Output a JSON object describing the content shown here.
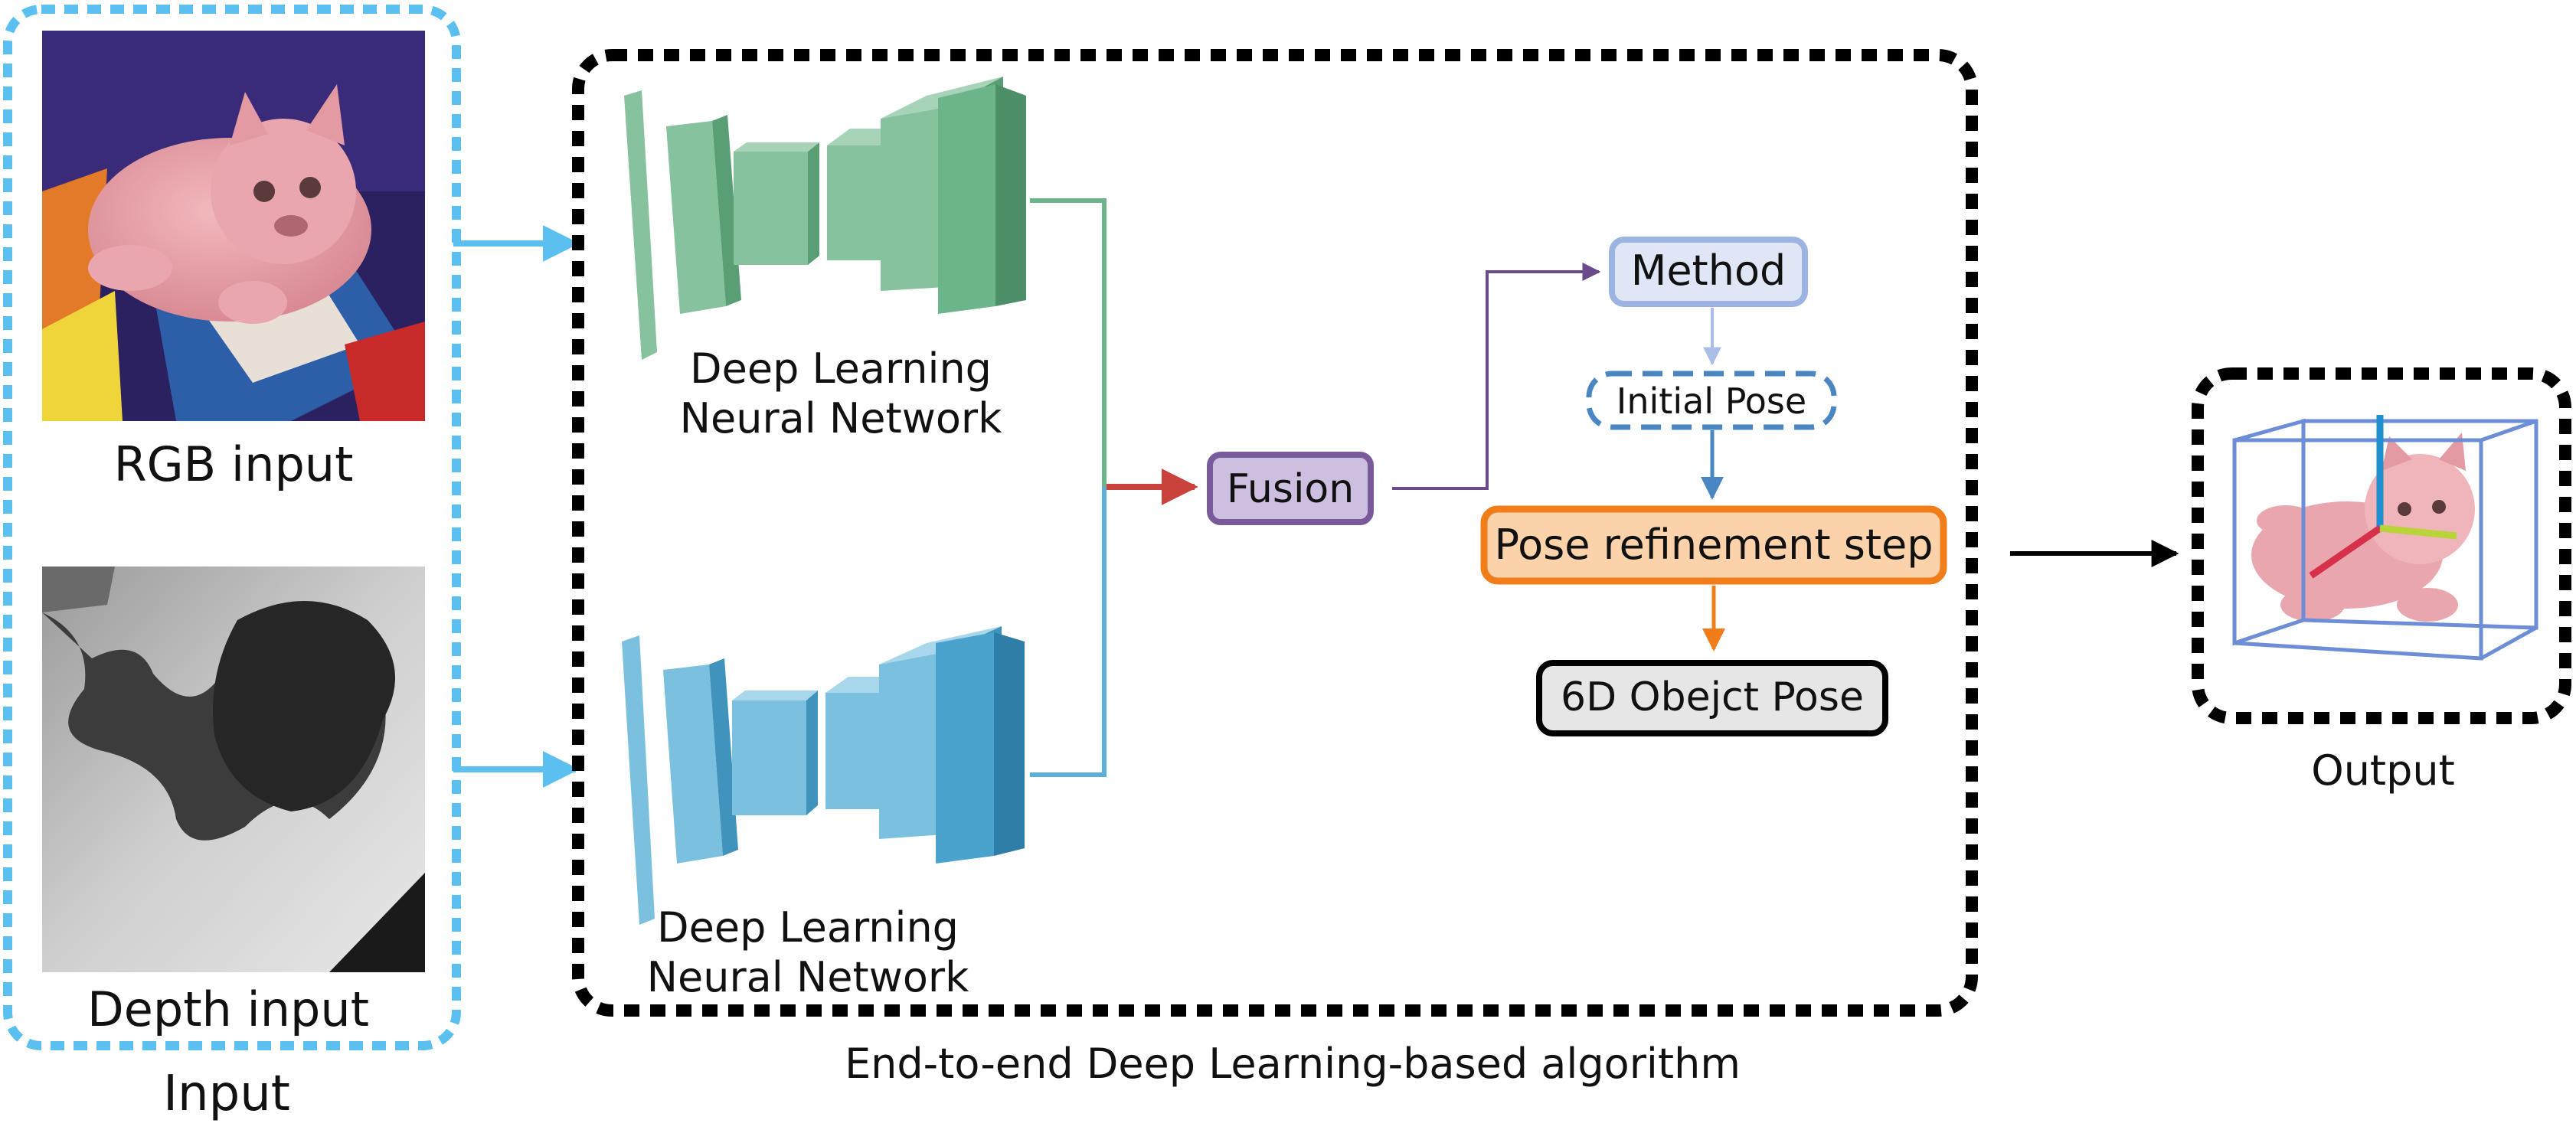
{
  "input_panel": {
    "rgb_label": "RGB input",
    "depth_label": "Depth input",
    "group_label": "Input"
  },
  "algorithm_panel": {
    "caption": "End-to-end Deep Learning-based algorithm",
    "network_top_line1": "Deep Learning",
    "network_top_line2": "Neural Network",
    "network_bottom_line1": "Deep Learning",
    "network_bottom_line2": "Neural Network",
    "fusion": "Fusion",
    "method": "Method",
    "initial_pose": "Initial Pose",
    "refinement": "Pose refinement step",
    "object_pose": "6D Obejct Pose"
  },
  "output_panel": {
    "label": "Output"
  },
  "colors": {
    "input_border": "#5bc0f0",
    "green_net": "#6cb48a",
    "blue_net": "#4aa3cc",
    "fusion_fill": "#cdbfe0",
    "fusion_border": "#7a5a9a",
    "method_fill": "#dfe7f7",
    "method_border": "#9db4e2",
    "initial_border": "#4a86c4",
    "refine_fill": "#fbd2a9",
    "refine_border": "#f07c1a",
    "pose_fill": "#e6e6e6",
    "red_arrow": "#c9423c",
    "purple_line": "#6a4a8a"
  }
}
